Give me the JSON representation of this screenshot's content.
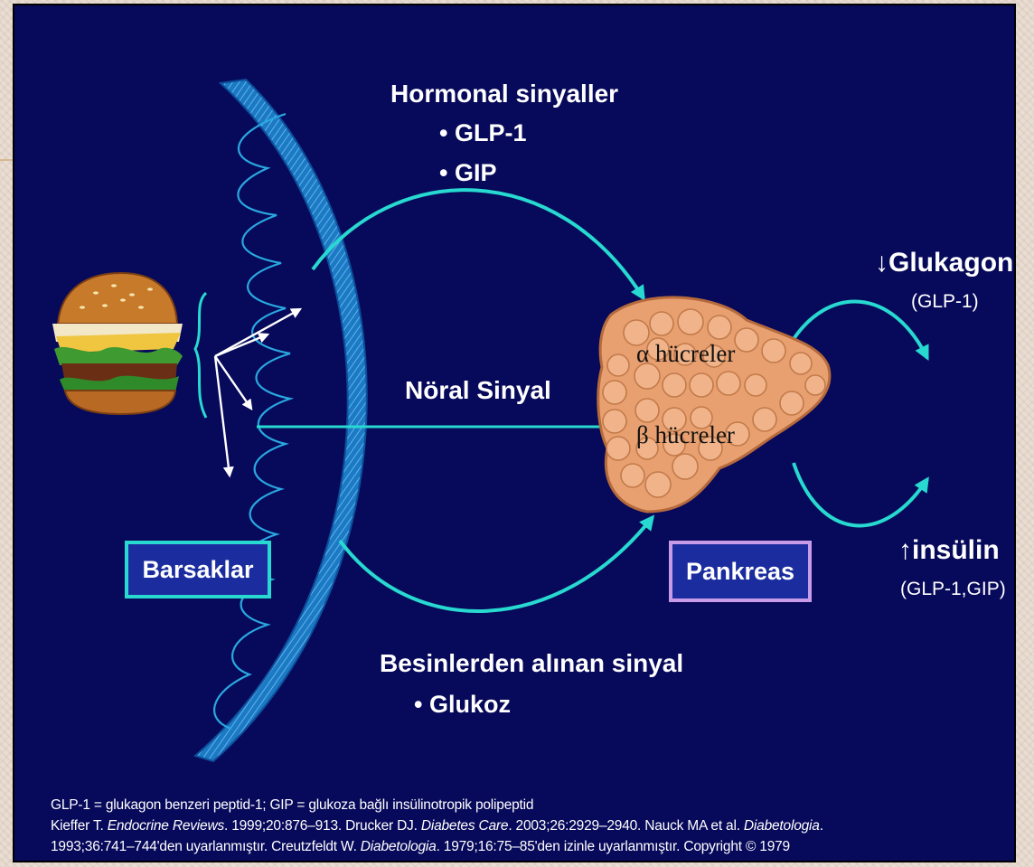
{
  "diagram": {
    "hormonal": {
      "title": "Hormonal sinyaller",
      "items": [
        "• GLP-1",
        "• GIP"
      ]
    },
    "neural": {
      "title": "Nöral Sinyal"
    },
    "nutrient": {
      "title": "Besinlerden alınan sinyal",
      "items": [
        "• Glukoz"
      ]
    },
    "pancreas_cells": {
      "alpha": "α hücreler",
      "beta": "β hücreler"
    },
    "glucagon": {
      "arrow": "↓",
      "label": "Glukagon",
      "sub": "(GLP-1)"
    },
    "insulin": {
      "arrow": "↑",
      "label": "insülin",
      "sub": "(GLP-1,GIP)"
    },
    "boxes": {
      "intestine": "Barsaklar",
      "pancreas": "Pankreas"
    }
  },
  "footnote": {
    "line1": "GLP-1 = glukagon benzeri peptid-1; GIP = glukoza bağlı insülinotropik polipeptid",
    "line2_a": "Kieffer T. ",
    "line2_b": "Endocrine Reviews",
    "line2_c": ". 1999;20:876–913. Drucker DJ. ",
    "line2_d": "Diabetes Care",
    "line2_e": ". 2003;26:2929–2940. Nauck MA et al. ",
    "line2_f": "Diabetologia",
    "line2_g": ".",
    "line3_a": "1993;36:741–744'den uyarlanmıştır. Creutzfeldt W. ",
    "line3_b": "Diabetologia",
    "line3_c": ". 1979;16:75–85'den izinle uyarlanmıştır. Copyright © 1979"
  },
  "colors": {
    "background": "#07095a",
    "arrow": "#27d9d0",
    "intestine_wall": "#1c79c4",
    "pancreas": "#e8a070",
    "box_fill": "#1b2d9e",
    "box_border_intestine": "#27d9d0",
    "box_border_pancreas": "#c79be8"
  }
}
